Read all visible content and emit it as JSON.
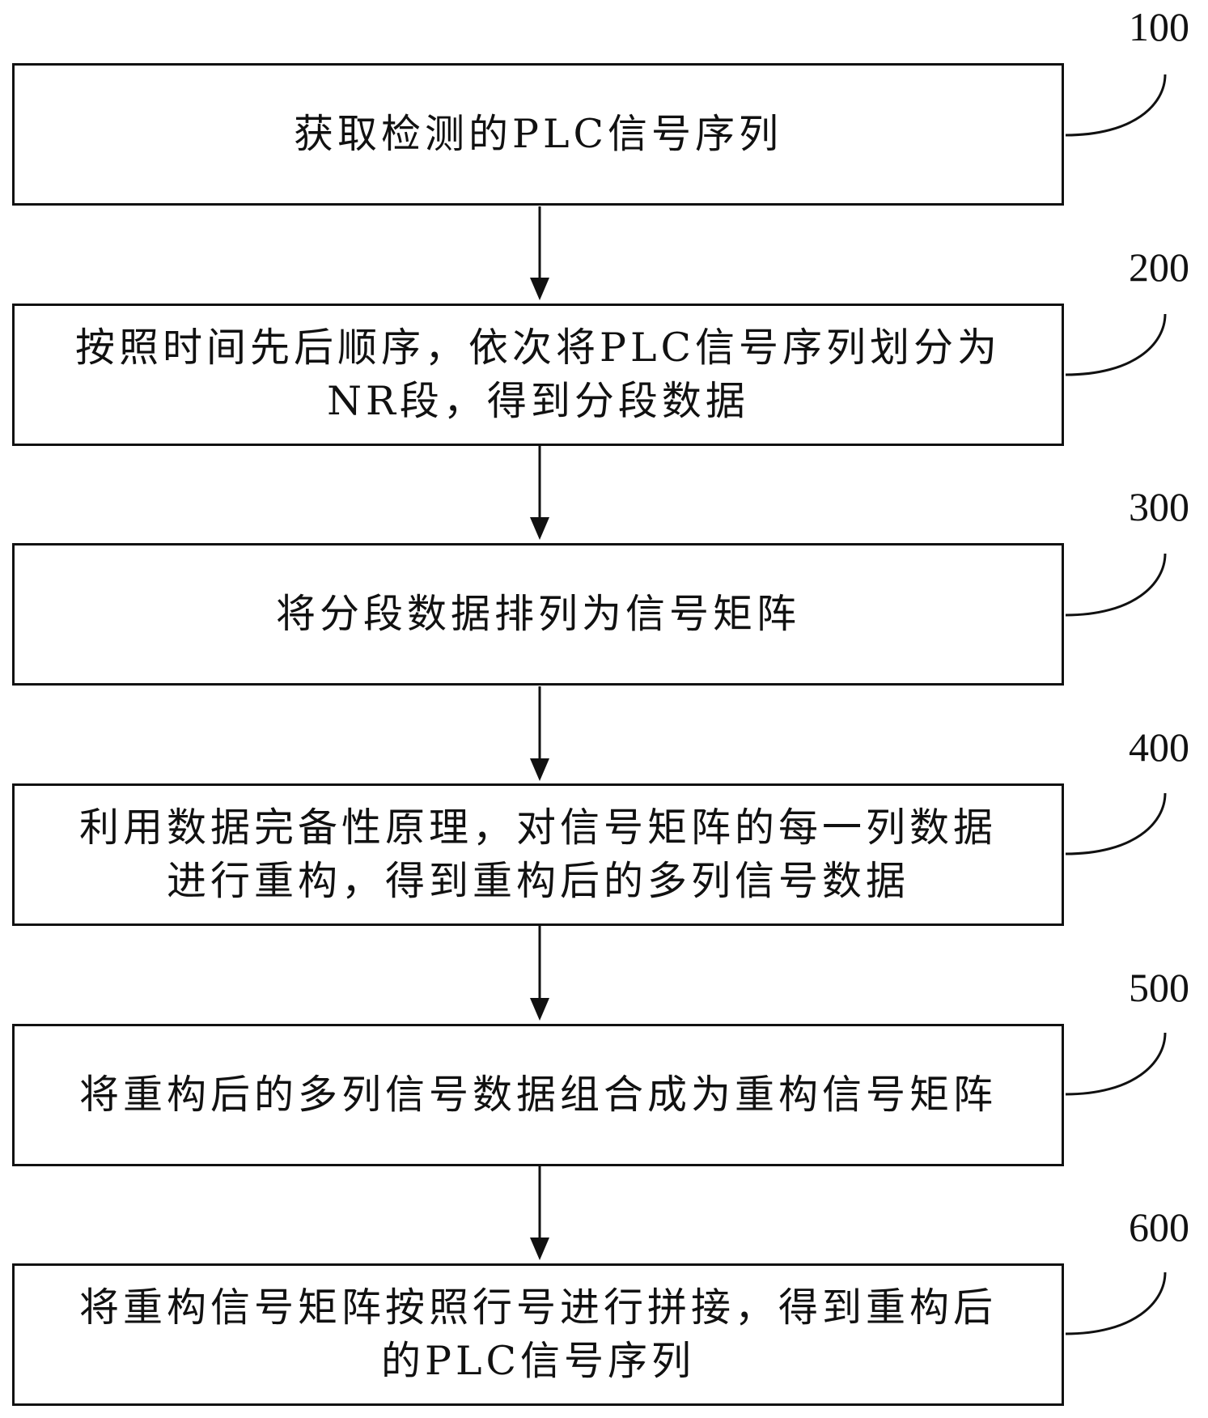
{
  "steps": [
    {
      "id": "100",
      "lines": [
        "获取检测的PLC信号序列"
      ]
    },
    {
      "id": "200",
      "lines": [
        "按照时间先后顺序，依次将PLC信号序列划分为",
        "NR段，得到分段数据"
      ]
    },
    {
      "id": "300",
      "lines": [
        "将分段数据排列为信号矩阵"
      ]
    },
    {
      "id": "400",
      "lines": [
        "利用数据完备性原理，对信号矩阵的每一列数据",
        "进行重构，得到重构后的多列信号数据"
      ]
    },
    {
      "id": "500",
      "lines": [
        "将重构后的多列信号数据组合成为重构信号矩阵"
      ]
    },
    {
      "id": "600",
      "lines": [
        "将重构信号矩阵按照行号进行拼接，得到重构后",
        "的PLC信号序列"
      ]
    }
  ]
}
